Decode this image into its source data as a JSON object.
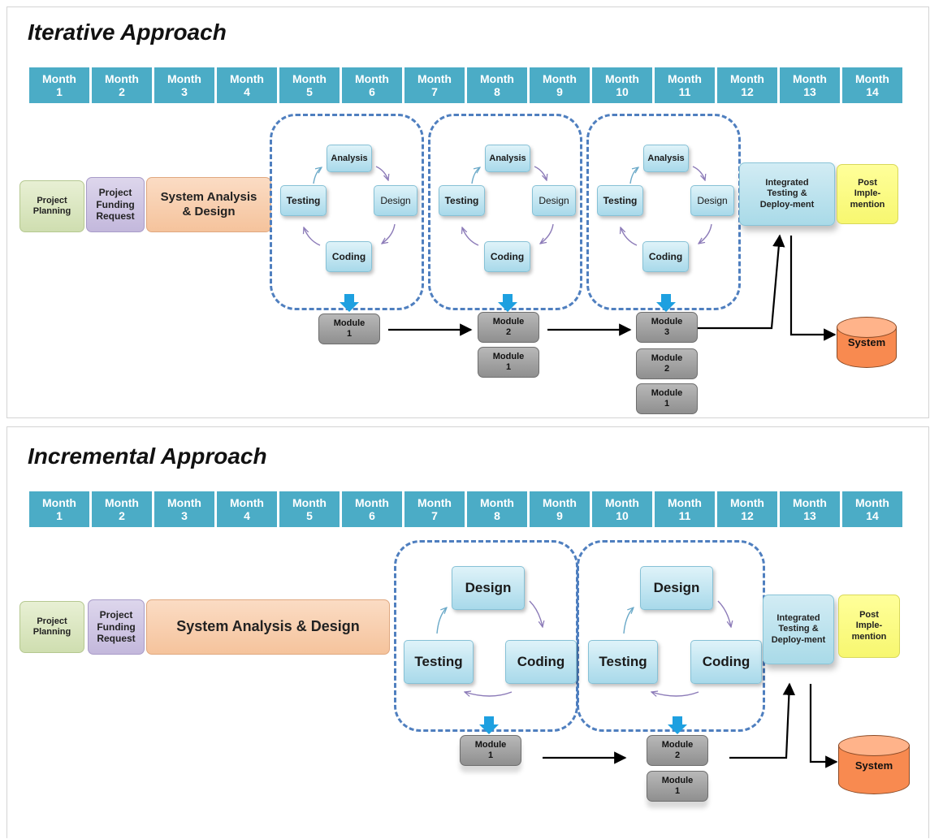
{
  "months": [
    "Month\n1",
    "Month\n2",
    "Month\n3",
    "Month\n4",
    "Month\n5",
    "Month\n6",
    "Month\n7",
    "Month\n8",
    "Month\n9",
    "Month\n10",
    "Month\n11",
    "Month\n12",
    "Month\n13",
    "Month\n14"
  ],
  "iterative": {
    "title": "Iterative Approach",
    "project_planning": "Project Planning",
    "project_funding": "Project Funding Request",
    "system_analysis": "System Analysis & Design",
    "cycle": {
      "analysis": "Analysis",
      "design": "Design",
      "coding": "Coding",
      "testing": "Testing"
    },
    "module_1": "Module\n1",
    "module_2": "Module\n2",
    "module_3": "Module\n3",
    "integrated": "Integrated Testing & Deploy-ment",
    "post": "Post Imple-mention",
    "system": "System"
  },
  "incremental": {
    "title": "Incremental Approach",
    "project_planning": "Project Planning",
    "project_funding": "Project Funding Request",
    "system_analysis": "System Analysis & Design",
    "cycle": {
      "design": "Design",
      "coding": "Coding",
      "testing": "Testing"
    },
    "module_1": "Module\n1",
    "module_2": "Module\n2",
    "integrated": "Integrated Testing & Deploy-ment",
    "post": "Post Imple-mention",
    "system": "System"
  },
  "colors": {
    "month_bar": "#4bacc6",
    "dashed": "#4f7fbf",
    "down_arrow": "#1ea0e0",
    "system": "#f88a50"
  }
}
